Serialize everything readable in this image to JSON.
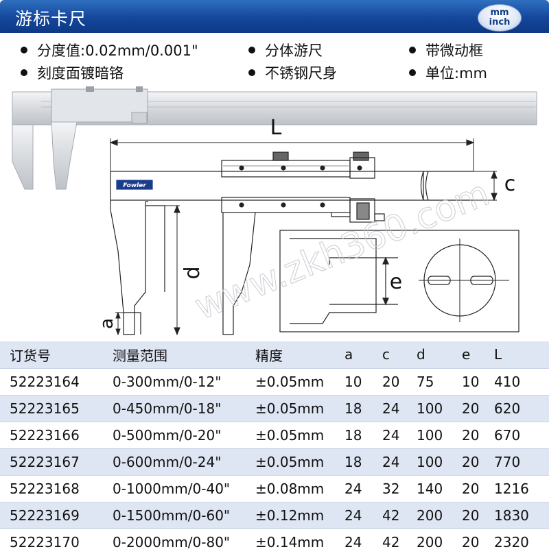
{
  "header": {
    "title": "游标卡尺",
    "unit_badge": {
      "top": "mm",
      "bottom": "inch"
    }
  },
  "features": [
    "分度值:0.02mm/0.001\"",
    "分体游尺",
    "带微动框",
    "刻度面镀暗铬",
    "不锈钢尺身",
    "单位:mm"
  ],
  "drawing": {
    "brand": "Fowler",
    "labels": {
      "L": "L",
      "c": "c",
      "d": "d",
      "a": "a",
      "e": "e"
    },
    "watermark": "www.zkh360.com"
  },
  "table": {
    "headers": [
      "订货号",
      "测量范围",
      "精度",
      "a",
      "c",
      "d",
      "e",
      "L"
    ],
    "rows": [
      [
        "52223164",
        "0-300mm/0-12\"",
        "±0.05mm",
        "10",
        "20",
        "75",
        "10",
        "410"
      ],
      [
        "52223165",
        "0-450mm/0-18\"",
        "±0.05mm",
        "18",
        "24",
        "100",
        "20",
        "620"
      ],
      [
        "52223166",
        "0-500mm/0-20\"",
        "±0.05mm",
        "18",
        "24",
        "100",
        "20",
        "670"
      ],
      [
        "52223167",
        "0-600mm/0-24\"",
        "±0.05mm",
        "18",
        "24",
        "100",
        "20",
        "770"
      ],
      [
        "52223168",
        "0-1000mm/0-40\"",
        "±0.08mm",
        "24",
        "32",
        "140",
        "20",
        "1216"
      ],
      [
        "52223169",
        "0-1500mm/0-60\"",
        "±0.12mm",
        "24",
        "42",
        "200",
        "20",
        "1830"
      ],
      [
        "52223170",
        "0-2000mm/0-80\"",
        "±0.14mm",
        "24",
        "42",
        "200",
        "20",
        "2320"
      ]
    ]
  },
  "colors": {
    "header_blue": "#14469a",
    "row_stripe": "#dfe6f3"
  }
}
